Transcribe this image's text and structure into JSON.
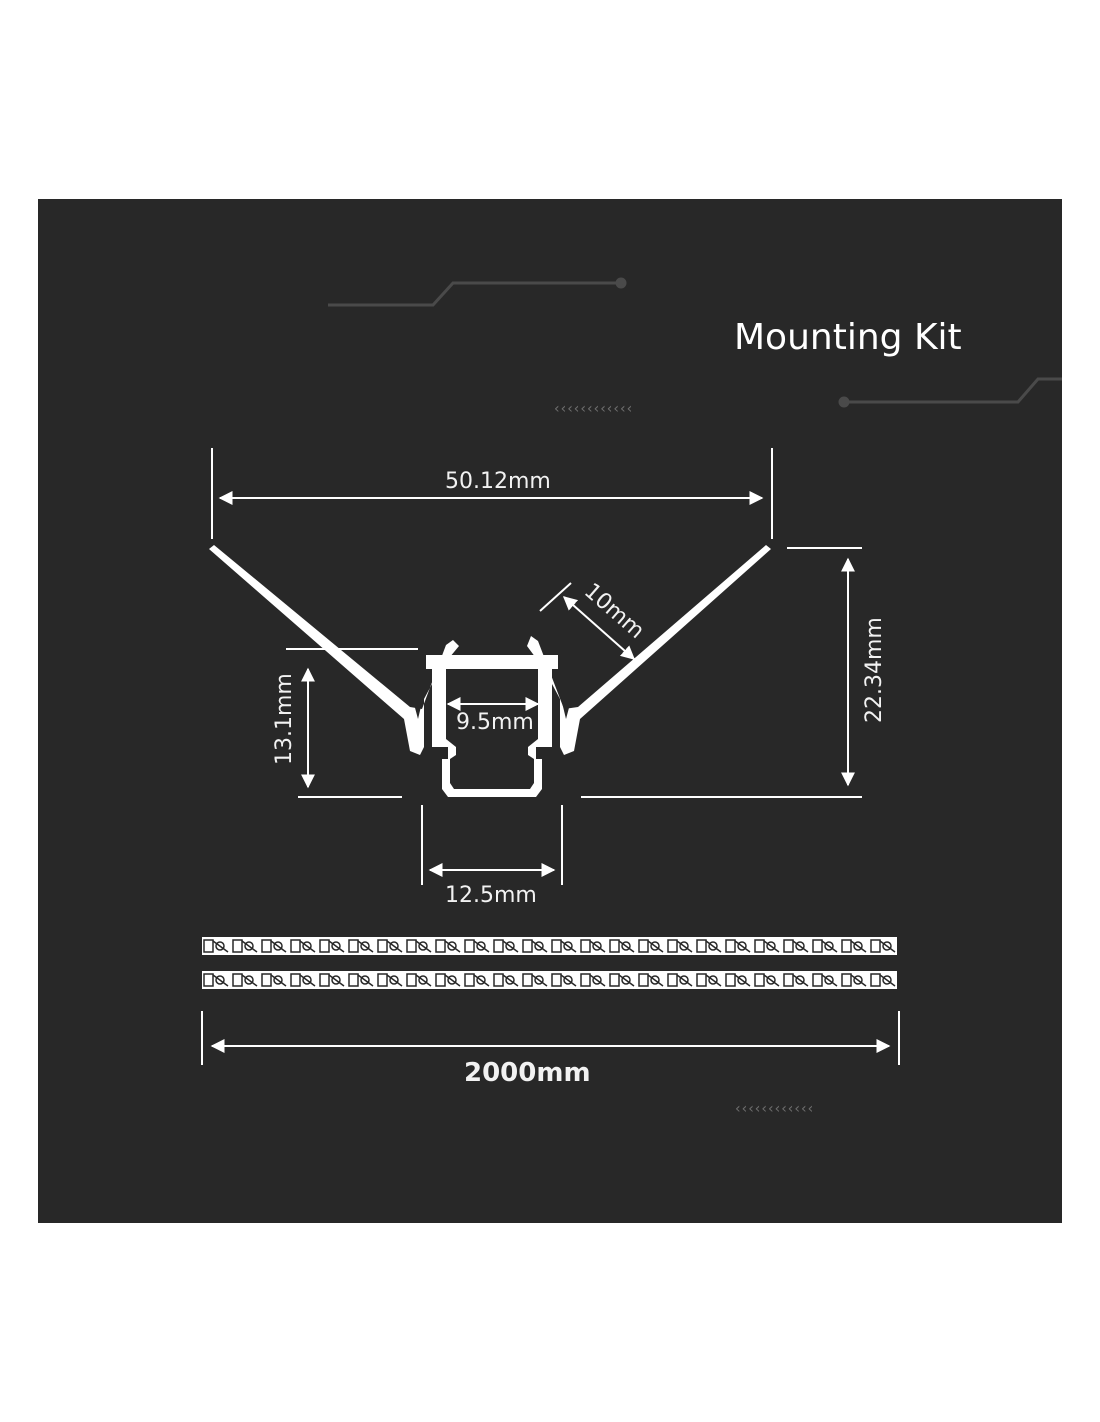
{
  "title": "Mounting Kit",
  "dimensions": {
    "overall_width": "50.12mm",
    "height": "22.34mm",
    "flange": "10mm",
    "depth": "13.1mm",
    "inner_width": "9.5mm",
    "outer_width": "12.5mm",
    "length": "2000mm"
  },
  "decor": {
    "chevrons_top": "‹‹‹‹‹‹‹‹‹‹‹‹",
    "chevrons_bottom": "‹‹‹‹‹‹‹‹‹‹‹‹"
  },
  "colors": {
    "background": "#282828",
    "lines": "#ffffff",
    "decor": "#4a4a4a"
  }
}
